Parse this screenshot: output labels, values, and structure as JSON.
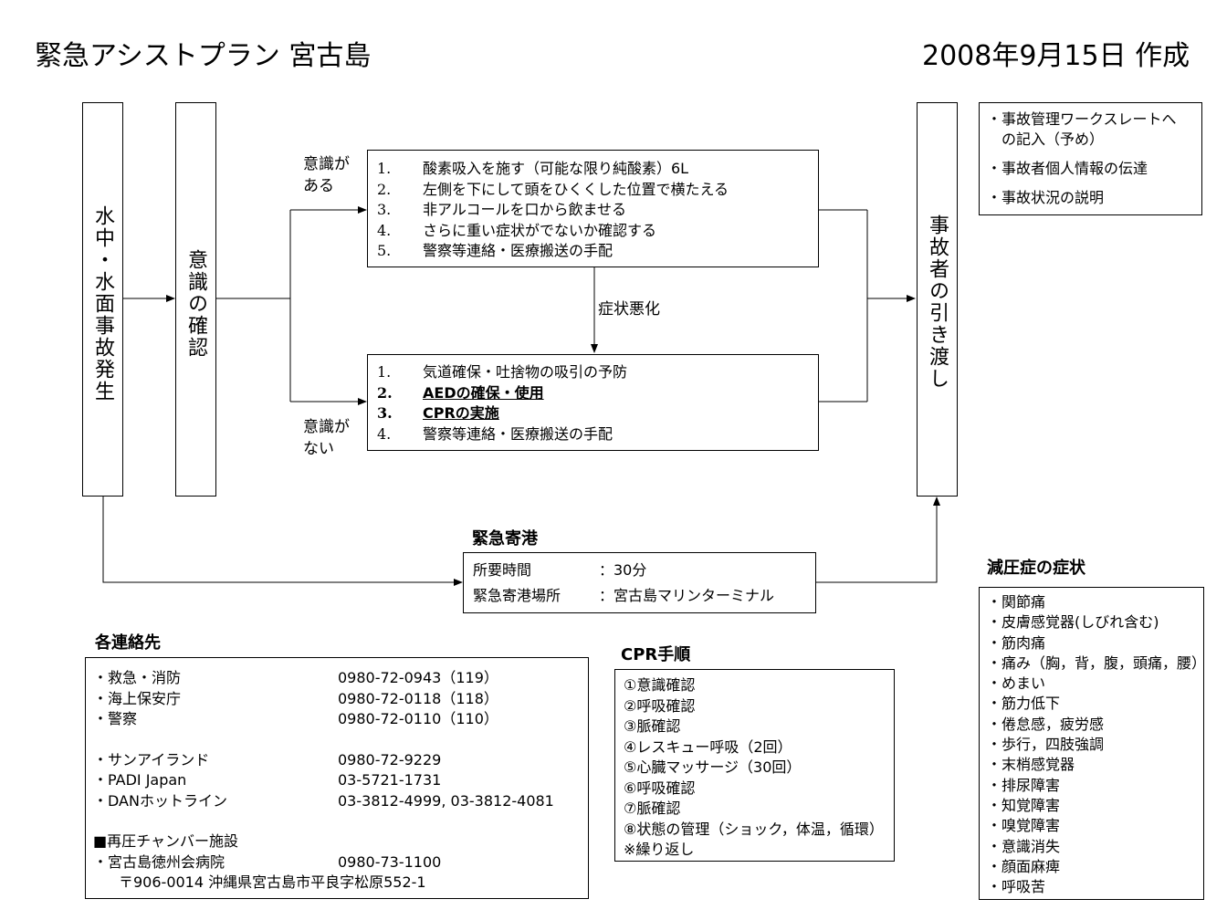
{
  "header": {
    "title": "緊急アシストプラン 宮古島",
    "date": "2008年9月15日 作成"
  },
  "flow": {
    "start_label": "水中・水面事故発生",
    "check_label": "意識の確認",
    "handover_label": "事故者の引き渡し",
    "conscious_label": [
      "意識が",
      "ある"
    ],
    "unconscious_label": [
      "意識が",
      "ない"
    ],
    "worsen_label": "症状悪化",
    "conscious_steps": [
      {
        "num": "1.",
        "text": "酸素吸入を施す（可能な限り純酸素）6L"
      },
      {
        "num": "2.",
        "text": "左側を下にして頭をひくくした位置で横たえる"
      },
      {
        "num": "3.",
        "text": "非アルコールを口から飲ませる"
      },
      {
        "num": "4.",
        "text": "さらに重い症状がでないか確認する"
      },
      {
        "num": "5.",
        "text": "警察等連絡・医療搬送の手配"
      }
    ],
    "unconscious_steps": [
      {
        "num": "1.",
        "text": "気道確保・吐捨物の吸引の予防",
        "bold": false
      },
      {
        "num": "2.",
        "text": "AEDの確保・使用",
        "bold": true
      },
      {
        "num": "3.",
        "text": "CPRの実施",
        "bold": true
      },
      {
        "num": "4.",
        "text": "警察等連絡・医療搬送の手配",
        "bold": false
      }
    ]
  },
  "handover_notes": [
    "・事故管理ワークスレートへ",
    "　の記入（予め）",
    "・事故者個人情報の伝達",
    "・事故状況の説明"
  ],
  "port": {
    "heading": "緊急寄港",
    "rows": [
      {
        "label": "所要時間",
        "value": "：30分"
      },
      {
        "label": "緊急寄港場所",
        "value": "：宮古島マリンターミナル"
      }
    ]
  },
  "contacts": {
    "heading": "各連絡先",
    "group1": [
      {
        "name": "・救急・消防",
        "value": "0980-72-0943（119）"
      },
      {
        "name": "・海上保安庁",
        "value": "0980-72-0118（118）"
      },
      {
        "name": "・警察",
        "value": "0980-72-0110（110）"
      }
    ],
    "group2": [
      {
        "name": "・サンアイランド",
        "value": "0980-72-9229"
      },
      {
        "name": "・PADI Japan",
        "value": "03-5721-1731"
      },
      {
        "name": "・DANホットライン",
        "value": "03-3812-4999, 03-3812-4081"
      }
    ],
    "chamber_heading": "■再圧チャンバー施設",
    "chamber": {
      "name": "・宮古島徳州会病院",
      "value": "0980-73-1100"
    },
    "address": "〒906-0014 沖縄県宮古島市平良字松原552-1"
  },
  "cpr": {
    "heading": "CPR手順",
    "steps": [
      "①意識確認",
      "②呼吸確認",
      "③脈確認",
      "④レスキュー呼吸（2回）",
      "⑤心臓マッサージ（30回）",
      "⑥呼吸確認",
      "⑦脈確認",
      "⑧状態の管理（ショック，体温，循環）",
      "※繰り返し"
    ]
  },
  "dcs": {
    "heading": "減圧症の症状",
    "items": [
      "・関節痛",
      "・皮膚感覚器(しびれ含む)",
      "・筋肉痛",
      "・痛み（胸，背，腹，頭痛，腰）",
      "・めまい",
      "・筋力低下",
      "・倦怠感，疲労感",
      "・歩行，四肢強調",
      "・末梢感覚器",
      "・排尿障害",
      "・知覚障害",
      "・嗅覚障害",
      "・意識消失",
      "・顔面麻痺",
      "・呼吸苦"
    ]
  }
}
